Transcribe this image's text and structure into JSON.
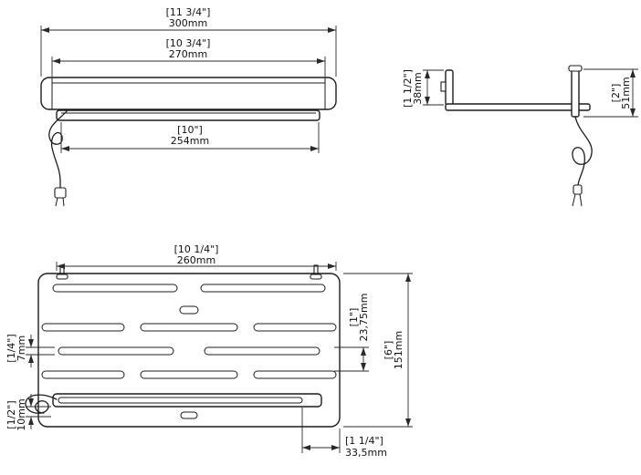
{
  "drawing": {
    "front_view": {
      "dim_overall": {
        "inch": "[11 3/4\"]",
        "mm": "300mm"
      },
      "dim_body": {
        "inch": "[10 3/4\"]",
        "mm": "270mm"
      },
      "dim_rail": {
        "inch": "[10\"]",
        "mm": "254mm"
      }
    },
    "side_view": {
      "dim_back_height": {
        "inch": "[1 1/2\"]",
        "mm": "38mm"
      },
      "dim_front_height": {
        "inch": "[2\"]",
        "mm": "51mm"
      }
    },
    "plan_view": {
      "dim_width": {
        "inch": "[10 1/4\"]",
        "mm": "260mm"
      },
      "dim_row_spacing": {
        "inch": "[1\"]",
        "mm": "23,75mm"
      },
      "dim_depth": {
        "inch": "[6\"]",
        "mm": "151mm"
      },
      "dim_slot_height": {
        "inch": "[1/4\"]",
        "mm": "7mm"
      },
      "dim_bottom_edge": {
        "inch": "[1/2\"]",
        "mm": "10mm"
      },
      "dim_corner_offset": {
        "inch": "[1 1/4\"]",
        "mm": "33,5mm"
      }
    },
    "colors": {
      "line": "#1c1c1c",
      "background": "#ffffff"
    }
  }
}
